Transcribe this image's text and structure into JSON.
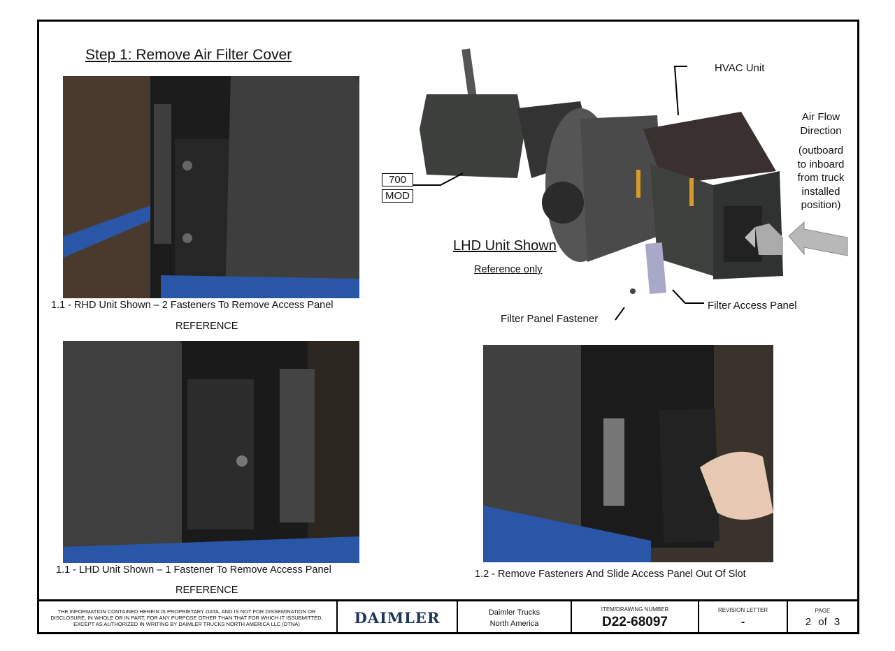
{
  "title": "Step 1:  Remove Air Filter Cover",
  "photos": [
    {
      "caption": "1.1 - RHD Unit Shown – 2 Fasteners To Remove Access Panel",
      "subcaption": "REFERENCE"
    },
    {
      "caption": "1.1 - LHD Unit Shown – 1 Fastener To Remove Access Panel",
      "subcaption": "REFERENCE"
    },
    {
      "caption": "1.2 - Remove Fasteners And Slide Access Panel Out Of Slot"
    }
  ],
  "diagram": {
    "hvac_label": "HVAC Unit",
    "mod_number": "700",
    "mod_label": "MOD",
    "unit_title": "LHD Unit Shown",
    "unit_sub": "Reference only",
    "airflow": [
      "Air Flow",
      "Direction",
      "(outboard",
      "to inboard",
      "from truck",
      "installed",
      "position)"
    ],
    "filter_panel": "Filter Access Panel",
    "fastener": "Filter Panel Fastener"
  },
  "footer": {
    "disclaimer": "THE INFORMATION CONTAINED HEREIN IS PROPRIETARY DATA, AND IS NOT FOR DISSEMINATION OR DISCLOSURE, IN WHOLE OR  IN PART, FOR ANY PURPOSE OTHER THAN THAT FOR WHICH IT ISSUBMITTED, EXCEPT AS AUTHORIZED IN WRITING BY DAIMLER TRUCKS NORTH AMERICA LLC (DTNA)",
    "logo": "DAIMLER",
    "company_line1": "Daimler Trucks",
    "company_line2": "North America",
    "item_label": "ITEM/DRAWING NUMBER",
    "item_number": "D22-68097",
    "revision_label": "REVISION LETTER",
    "revision": "-",
    "page_label": "PAGE",
    "page_current": "2",
    "page_of": "of",
    "page_total": "3"
  }
}
